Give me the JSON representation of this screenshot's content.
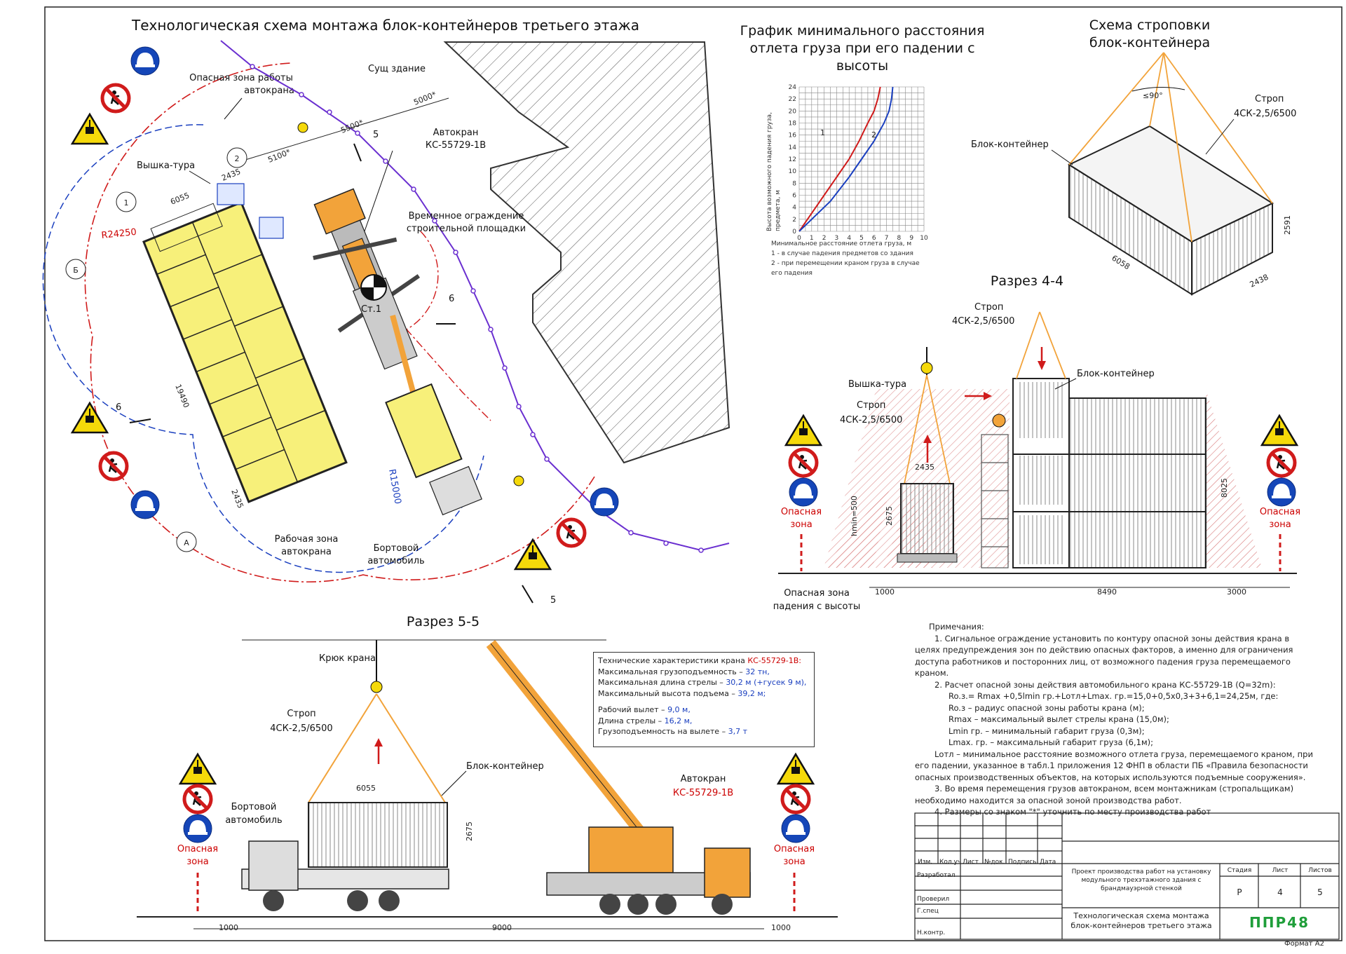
{
  "titles": {
    "main": "Технологическая схема монтажа блок-контейнеров третьего этажа",
    "graph": [
      "График минимального расстояния",
      "отлета груза при его падении с",
      "высоты"
    ],
    "sling": [
      "Схема строповки",
      "блок-контейнера"
    ],
    "section44": "Разрез 4-4",
    "section55": "Разрез 5-5"
  },
  "plan": {
    "exist_building": "Сущ здание",
    "danger_zone": [
      "Опасная зона работы",
      "автокрана"
    ],
    "tower": "Вышка-тура",
    "crane": [
      "Автокран",
      "КС-55729-1В"
    ],
    "fence": [
      "Временное ограждение",
      "строительной площадки"
    ],
    "work_zone": [
      "Рабочая зона",
      "автокрана"
    ],
    "truck": [
      "Бортовой",
      "автомобиль"
    ],
    "station": "Ст.1",
    "r_outer": "R24250",
    "r_inner": "R15000",
    "dims": {
      "d6055": "6055",
      "d2435a": "2435",
      "d19490": "19490",
      "d2435b": "2435",
      "d5100": "5100*",
      "d5500": "5500*",
      "d5000": "5000*"
    },
    "axes": {
      "a1": "1",
      "a2": "2",
      "aB": "Б",
      "aA": "А"
    },
    "cuts": {
      "c5": "5",
      "c6": "6"
    }
  },
  "graph": {
    "ylabel": [
      "Высота возможного падения груза,",
      "предмета, м"
    ],
    "yticks": [
      "0",
      "2",
      "4",
      "6",
      "8",
      "10",
      "12",
      "14",
      "16",
      "18",
      "20",
      "22",
      "24"
    ],
    "xticks": [
      "0",
      "1",
      "2",
      "3",
      "4",
      "5",
      "6",
      "7",
      "8",
      "9",
      "10"
    ],
    "curve1": "1",
    "curve2": "2",
    "caption": [
      "Минимальное расстояние отлета груза, м",
      "1 - в случае падения предметов со здания",
      "2 - при перемещении краном груза в случае",
      "его падения"
    ]
  },
  "chart_data": {
    "type": "line",
    "ylabel": "Высота возможного падения груза, предмета, м",
    "xlabel": "Минимальное расстояние отлета груза, м",
    "xlim": [
      0,
      10
    ],
    "ylim": [
      0,
      24
    ],
    "series": [
      {
        "name": "1",
        "x": [
          0,
          2,
          3,
          4,
          4.8,
          5.5,
          6.0,
          6.3,
          6.5
        ],
        "y": [
          0,
          6,
          9,
          12,
          15,
          18,
          20,
          22,
          24
        ]
      },
      {
        "name": "2",
        "x": [
          0,
          2.5,
          4,
          5,
          6,
          6.8,
          7.2,
          7.4,
          7.5
        ],
        "y": [
          0,
          5,
          9,
          12,
          15,
          18,
          20,
          22,
          24
        ]
      }
    ]
  },
  "sling": {
    "strop": [
      "Строп",
      "4СК-2,5/6500"
    ],
    "angle": "≤90°",
    "block": "Блок-контейнер",
    "d6058": "6058",
    "d2438": "2438",
    "d2591": "2591"
  },
  "s44": {
    "strop_top": [
      "Строп",
      "4СК-2,5/6500"
    ],
    "tower": "Вышка-тура",
    "strop_left": [
      "Строп",
      "4СК-2,5/6500"
    ],
    "block": "Блок-контейнер",
    "d2435": "2435",
    "d2675": "2675",
    "hmin": "hmin=500",
    "d8025": "8025",
    "d1000": "1000",
    "d8490": "8490",
    "d3000": "3000",
    "danger_fall": [
      "Опасная зона",
      "падения с высоты"
    ],
    "danger_l": [
      "Опасная",
      "зона"
    ],
    "danger_r": [
      "Опасная",
      "зона"
    ]
  },
  "s55": {
    "hook": "Крюк крана",
    "strop": [
      "Строп",
      "4СК-2,5/6500"
    ],
    "block": "Блок-контейнер",
    "truck": [
      "Бортовой",
      "автомобиль"
    ],
    "crane": [
      "Автокран",
      "КС-55729-1В"
    ],
    "d6055": "6055",
    "d2675": "2675",
    "d1000a": "1000",
    "d9000": "9000",
    "d1000b": "1000",
    "danger_l": [
      "Опасная",
      "зона"
    ],
    "danger_r": [
      "Опасная",
      "зона"
    ]
  },
  "spec": {
    "l1a": "Технические характеристики крана ",
    "l1b": "КС-55729-1В:",
    "l2a": "Максимальная грузоподъемность – ",
    "l2b": "32 тн,",
    "l3a": "Максимальная длина стрелы – ",
    "l3b": "30,2 м (+гусек 9 м),",
    "l4a": "Максимальный высота подъема – ",
    "l4b": "39,2 м;",
    "l5a": "Рабочий вылет – ",
    "l5b": "9,0 м,",
    "l6a": "Длина стрелы – ",
    "l6b": "16,2 м,",
    "l7a": "Грузоподъемность на вылете – ",
    "l7b": "3,7 т"
  },
  "notes": {
    "head": "Примечания:",
    "n1": "1. Сигнальное ограждение установить по контуру опасной зоны действия крана в целях предупреждения зон по действию опасных факторов, а именно для ограничения доступа работников и посторонних лиц, от возможного падения груза перемещаемого краном.",
    "n2": "2. Расчет опасной зоны действия автомобильного крана КС-55729-1В (Q=32m):",
    "n2a": "Ro.з.= Rmax +0,5lmin гр.+Lотл+Lmax. гр.=15,0+0,5х0,3+3+6,1=24,25м, где:",
    "n2b": "Ro.з – радиус опасной зоны работы крана (м);",
    "n2c": "Rmax – максимальный вылет стрелы крана (15,0м);",
    "n2d": "Lmin гр. – минимальный габарит груза (0,3м);",
    "n2e": "Lmax. гр. – максимальный габарит груза (6,1м);",
    "n2f": "Lотл – минимальное расстояние возможного отлета груза, перемещаемого краном, при его падении, указанное в табл.1 приложения 12 ФНП в области ПБ «Правила безопасности опасных производственных объектов, на которых используются подъемные сооружения».",
    "n3": "3. Во время перемещения грузов автокраном, всем монтажникам (стропальщикам) необходимо находится за опасной зоной производства работ.",
    "n4": "4. Размеры со знаком \"*\" уточнить по месту производства работ"
  },
  "titleblock": {
    "cols": [
      "Изм.",
      "Кол.уч",
      "Лист",
      "№док.",
      "Подпись",
      "Дата"
    ],
    "rows": [
      "Разработал",
      "Проверил",
      "Г.спец",
      "Н.контр."
    ],
    "project": "Проект производства работ на установку модульного трехэтажного здания с брандмауэрной стенкой",
    "sheet_title": "Технологическая схема монтажа блок-контейнеров третьего этажа",
    "h_stage": "Стадия",
    "h_sheet": "Лист",
    "h_sheets": "Листов",
    "stage": "Р",
    "sheet": "4",
    "sheets": "5",
    "logo": "ППР48",
    "format": "Формат А2"
  },
  "colors": {
    "yellow": "#f7f07a",
    "orange": "#f2a33a",
    "red": "#d01b1b",
    "blue": "#1a3fbf",
    "hatch": "#e8a0a0",
    "violet": "#6a2fd0",
    "logo": "#1f9e3a"
  }
}
